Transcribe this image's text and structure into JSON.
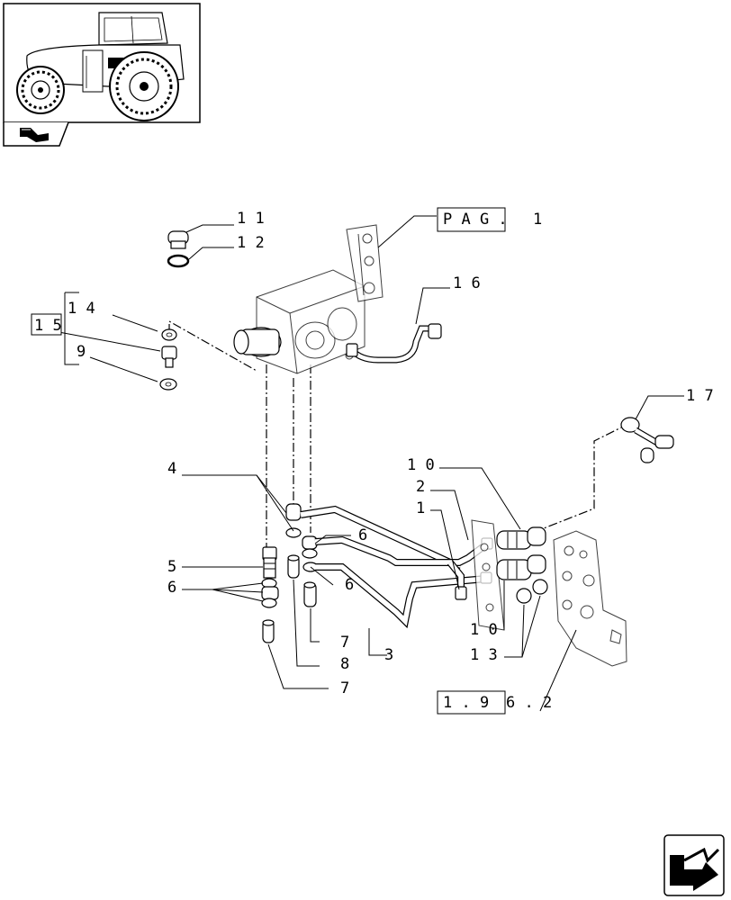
{
  "callouts": {
    "c1": "1",
    "c2": "2",
    "c3": "3",
    "c4": "4",
    "c5": "5",
    "c6a": "6",
    "c6b": "6",
    "c6c": "6",
    "c7a": "7",
    "c7b": "7",
    "c8": "8",
    "c9": "9",
    "c10a": "1 0",
    "c10b": "1 0",
    "c11": "1 1",
    "c12": "1 2",
    "c13": "1 3",
    "c14": "1 4",
    "c15": "1 5",
    "c16": "1 6",
    "c17": "1 7"
  },
  "references": {
    "pag_box": "P A G .",
    "pag_num": "1",
    "page_ref_left": "1 . 9",
    "page_ref_right": "6 . 2"
  },
  "icons": {
    "thumbnail": "tractor-thumbnail-icon",
    "section": "section-symbol-icon",
    "nav": "next-page-arrow-icon"
  }
}
